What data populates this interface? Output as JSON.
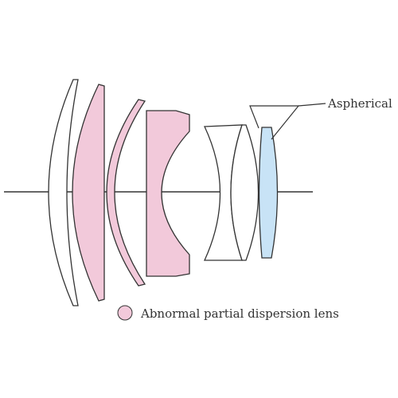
{
  "diagram": {
    "labels": {
      "aspherical": "Aspherical",
      "legend": "Abnormal partial dispersion lens"
    },
    "colors": {
      "stroke": "#333333",
      "abnormal_dispersion": "#f2c9da",
      "aspherical": "#c8e3f6",
      "normal": "#ffffff"
    },
    "elements": [
      {
        "id": 1,
        "type": "normal"
      },
      {
        "id": 2,
        "type": "abnormal_dispersion"
      },
      {
        "id": 3,
        "type": "abnormal_dispersion"
      },
      {
        "id": 4,
        "type": "abnormal_dispersion"
      },
      {
        "id": 5,
        "type": "normal"
      },
      {
        "id": 6,
        "type": "normal"
      },
      {
        "id": 7,
        "type": "aspherical"
      }
    ]
  }
}
